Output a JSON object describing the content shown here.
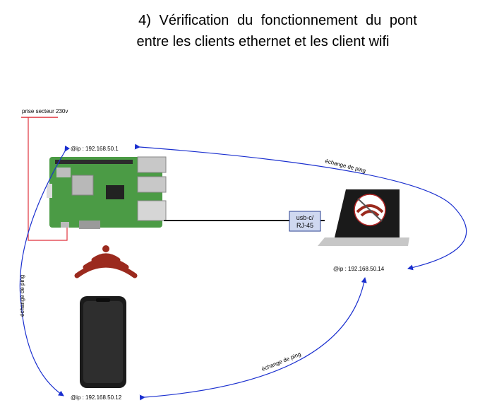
{
  "title": {
    "line1": "4) Vérification du fonctionnement du pont",
    "line2": "entre les clients ethernet et les client wifi"
  },
  "labels": {
    "power": "prise secteur 230v",
    "ip_pi": "@ip : 192.168.50.1",
    "ip_laptop": "@ip : 192.168.50.14",
    "ip_phone": "@ip : 192.168.50.12",
    "adapter_line1": "usb-c/",
    "adapter_line2": "RJ-45",
    "ping_top": "échange de ping",
    "ping_left": "échange de ping",
    "ping_bottom": "échange de ping"
  },
  "colors": {
    "arrow": "#1a2fcf",
    "power_line": "#e0323c",
    "adapter_fill": "#cfd8f0",
    "adapter_stroke": "#2a3f8f",
    "pcb": "#4b9b45",
    "wifi": "#9b2a1e"
  },
  "icons": [
    "raspberry-pi-board",
    "wifi-icon",
    "smartphone-icon",
    "laptop-icon",
    "no-wifi-icon"
  ]
}
